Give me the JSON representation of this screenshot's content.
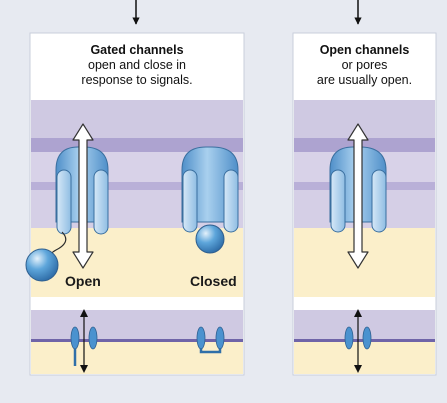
{
  "gated_panel": {
    "title": "Gated channels",
    "line1": "open and close in",
    "line2": "response to signals.",
    "state_open": "Open",
    "state_closed": "Closed"
  },
  "open_panel": {
    "title": "Open channels",
    "line1": "or pores",
    "line2": "are usually open."
  },
  "colors": {
    "background": "#e7eaf1",
    "panel_header": "#ffffff",
    "membrane_top": "#cfc9e2",
    "membrane_band": "#9f93c7",
    "cytoplasm": "#fbefca",
    "channel_blue": "#5aa2d6",
    "channel_light": "#b5d4ee",
    "channel_stroke": "#2f5f8f"
  }
}
